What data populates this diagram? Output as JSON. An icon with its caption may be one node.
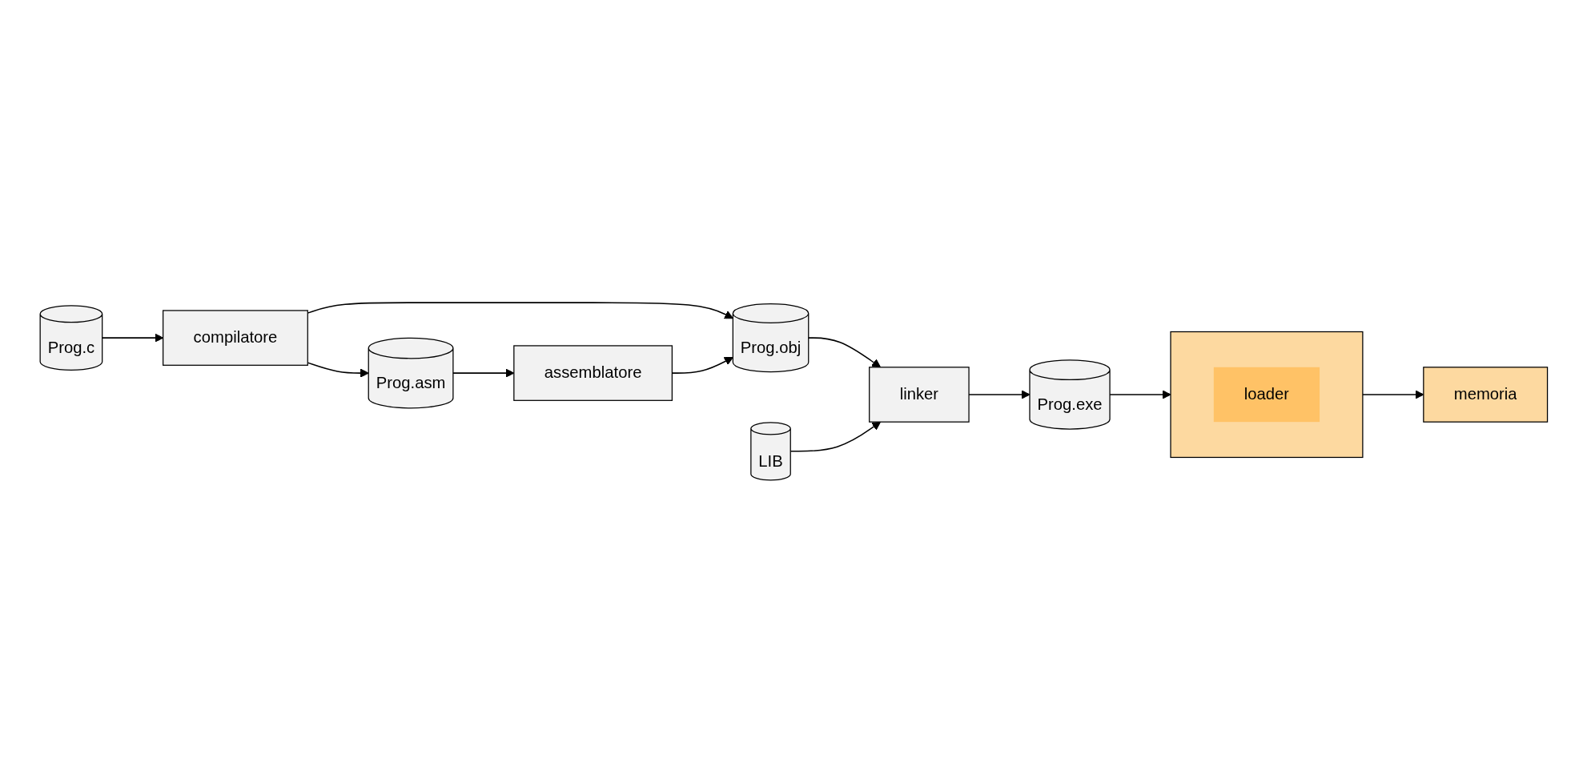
{
  "diagram": {
    "nodes": [
      {
        "text": [
          "Prog.c"
        ]
      },
      {
        "text": [
          "compilatore"
        ]
      },
      {
        "text": [
          "Prog.asm"
        ]
      },
      {
        "text": [
          "assemblatore"
        ]
      },
      {
        "text": [
          "Prog.obj"
        ]
      },
      {
        "text": [
          "linker"
        ]
      },
      {
        "text": [
          "Prog.exe"
        ]
      },
      {
        "text": [],
        "shape": "box"
      },
      {
        "text": [
          "loader"
        ],
        "in": 7
      },
      {
        "text": [
          "memoria"
        ]
      },
      {
        "text": [
          "LIB"
        ]
      }
    ],
    "edges": [
      {
        "from": 0,
        "to": 1,
        "arrow": "to"
      },
      {
        "from": 1,
        "to": 2,
        "arrow": "to"
      },
      {
        "from": 1,
        "to": 4,
        "arrow": "to"
      },
      {
        "from": 2,
        "to": 3,
        "arrow": "to"
      },
      {
        "from": 3,
        "to": 4,
        "arrow": "to"
      },
      {
        "from": 4,
        "to": 5,
        "arrow": "to"
      },
      {
        "from": 5,
        "to": 6,
        "arrow": "to"
      },
      {
        "from": 6,
        "to": 7,
        "arrow": "to"
      },
      {
        "from": 7,
        "to": 9,
        "arrow": "to"
      },
      {
        "from": 10,
        "to": 5,
        "arrow": "to"
      }
    ]
  }
}
